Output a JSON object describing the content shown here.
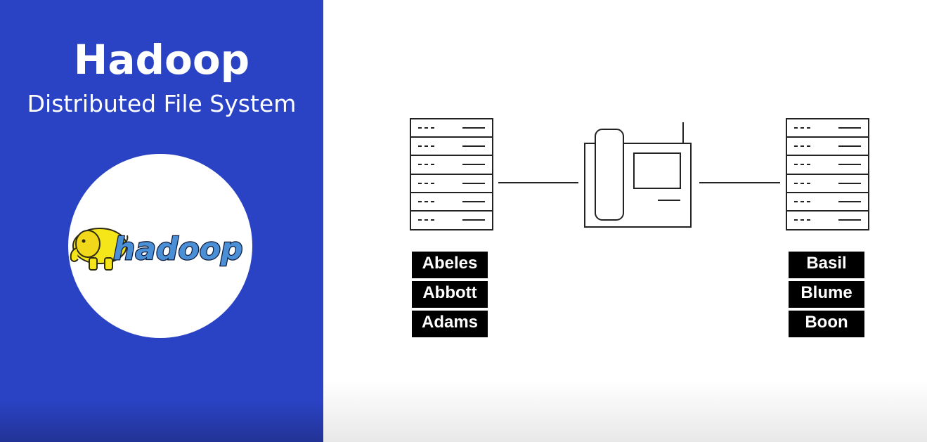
{
  "header": {
    "title": "Hadoop",
    "subtitle": "Distributed File System"
  },
  "logo": {
    "wordmark": "hadoop",
    "icon": "hadoop-elephant-icon"
  },
  "colors": {
    "panel": "#2a43c5",
    "logo_blue": "#4b8fd6",
    "elephant": "#f5e61a",
    "tag_bg": "#000000",
    "tag_text": "#ffffff",
    "line": "#222222"
  },
  "diagram": {
    "left_server": {
      "icon": "server-rack-icon",
      "names": [
        "Abeles",
        "Abbott",
        "Adams"
      ]
    },
    "middle_device": {
      "icon": "desk-phone-icon"
    },
    "right_server": {
      "icon": "server-rack-icon",
      "names": [
        "Basil",
        "Blume",
        "Boon"
      ]
    }
  }
}
